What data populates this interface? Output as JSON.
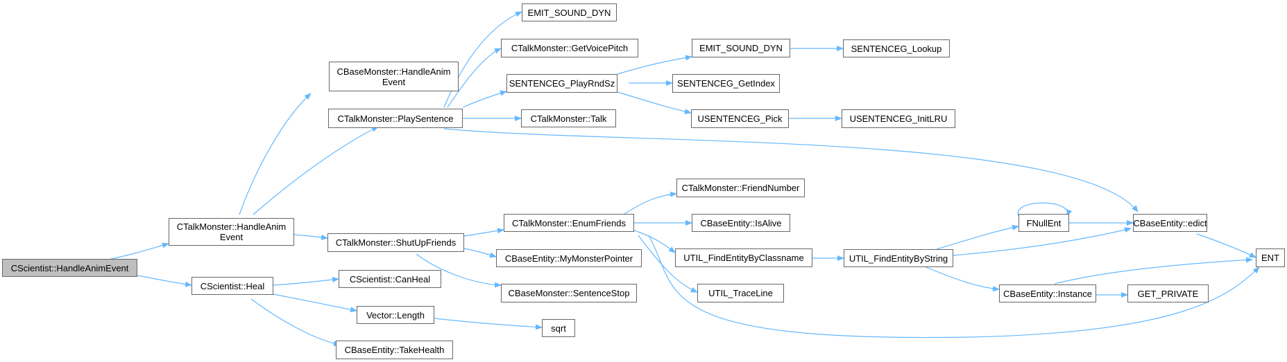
{
  "graph": {
    "edge_color": "#63b8ff",
    "root_fill": "#bfbfbf",
    "node_border": "#666666",
    "nodes": {
      "scientist_handleanim": "CScientist::HandleAnimEvent",
      "talk_handleanim": "CTalkMonster::HandleAnim Event",
      "scientist_heal": "CScientist::Heal",
      "base_handleanim": "CBaseMonster::HandleAnim Event",
      "talk_playsentence": "CTalkMonster::PlaySentence",
      "talk_shutup": "CTalkMonster::ShutUpFriends",
      "emit_sound_dyn_1": "EMIT_SOUND_DYN",
      "talk_getvoicepitch": "CTalkMonster::GetVoicePitch",
      "sentenceg_playrndsz": "SENTENCEG_PlayRndSz",
      "talk_talk": "CTalkMonster::Talk",
      "emit_sound_dyn_2": "EMIT_SOUND_DYN",
      "sentenceg_lookup": "SENTENCEG_Lookup",
      "sentenceg_getindex": "SENTENCEG_GetIndex",
      "usentenceg_pick": "USENTENCEG_Pick",
      "usentenceg_initlru": "USENTENCEG_InitLRU",
      "talk_enumfriends": "CTalkMonster::EnumFriends",
      "talk_friendnumber": "CTalkMonster::FriendNumber",
      "baseentity_isalive": "CBaseEntity::IsAlive",
      "util_findbyclassname": "UTIL_FindEntityByClassname",
      "util_traceline": "UTIL_TraceLine",
      "baseentity_mymonsterpointer": "CBaseEntity::MyMonsterPointer",
      "basemonster_sentencestop": "CBaseMonster::SentenceStop",
      "util_findbystring": "UTIL_FindEntityByString",
      "fnullent": "FNullEnt",
      "baseentity_edict": "CBaseEntity::edict",
      "ent": "ENT",
      "baseentity_instance": "CBaseEntity::Instance",
      "get_private": "GET_PRIVATE",
      "scientist_canheal": "CScientist::CanHeal",
      "vector_length": "Vector::Length",
      "sqrt": "sqrt",
      "baseentity_takehealth": "CBaseEntity::TakeHealth"
    }
  }
}
